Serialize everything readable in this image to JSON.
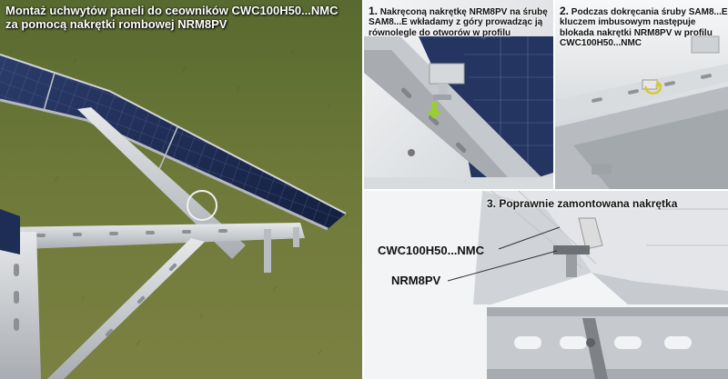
{
  "main": {
    "title_line1": "Montaż uchwytów paneli do ceowników CWC100H50...NMC",
    "title_line2": "za pomocą nakrętki rombowej NRM8PV"
  },
  "step1": {
    "number": "1.",
    "text_line1": "Nakręconą nakrętkę NRM8PV na śrubę",
    "text_line2": "SAM8...E wkładamy z góry prowadząc ją",
    "text_line3": "równolegle do otworów w profilu"
  },
  "step2": {
    "number": "2.",
    "text_line1": "Podczas dokręcania śruby SAM8...E",
    "text_line2": "kluczem imbusowym następuje",
    "text_line3": "blokada nakrętki NRM8PV w profilu",
    "text_line4": "CWC100H50...NMC"
  },
  "step3": {
    "title": "3. Poprawnie zamontowana nakrętka",
    "label_channel": "CWC100H50...NMC",
    "label_nut": "NRM8PV"
  },
  "colors": {
    "grass": "#6f7a3a",
    "panel": "#1e2d55",
    "aluminium": "#c9ccd0",
    "arrow_green": "#9acd32",
    "arrow_yellow": "#d9c63a"
  }
}
